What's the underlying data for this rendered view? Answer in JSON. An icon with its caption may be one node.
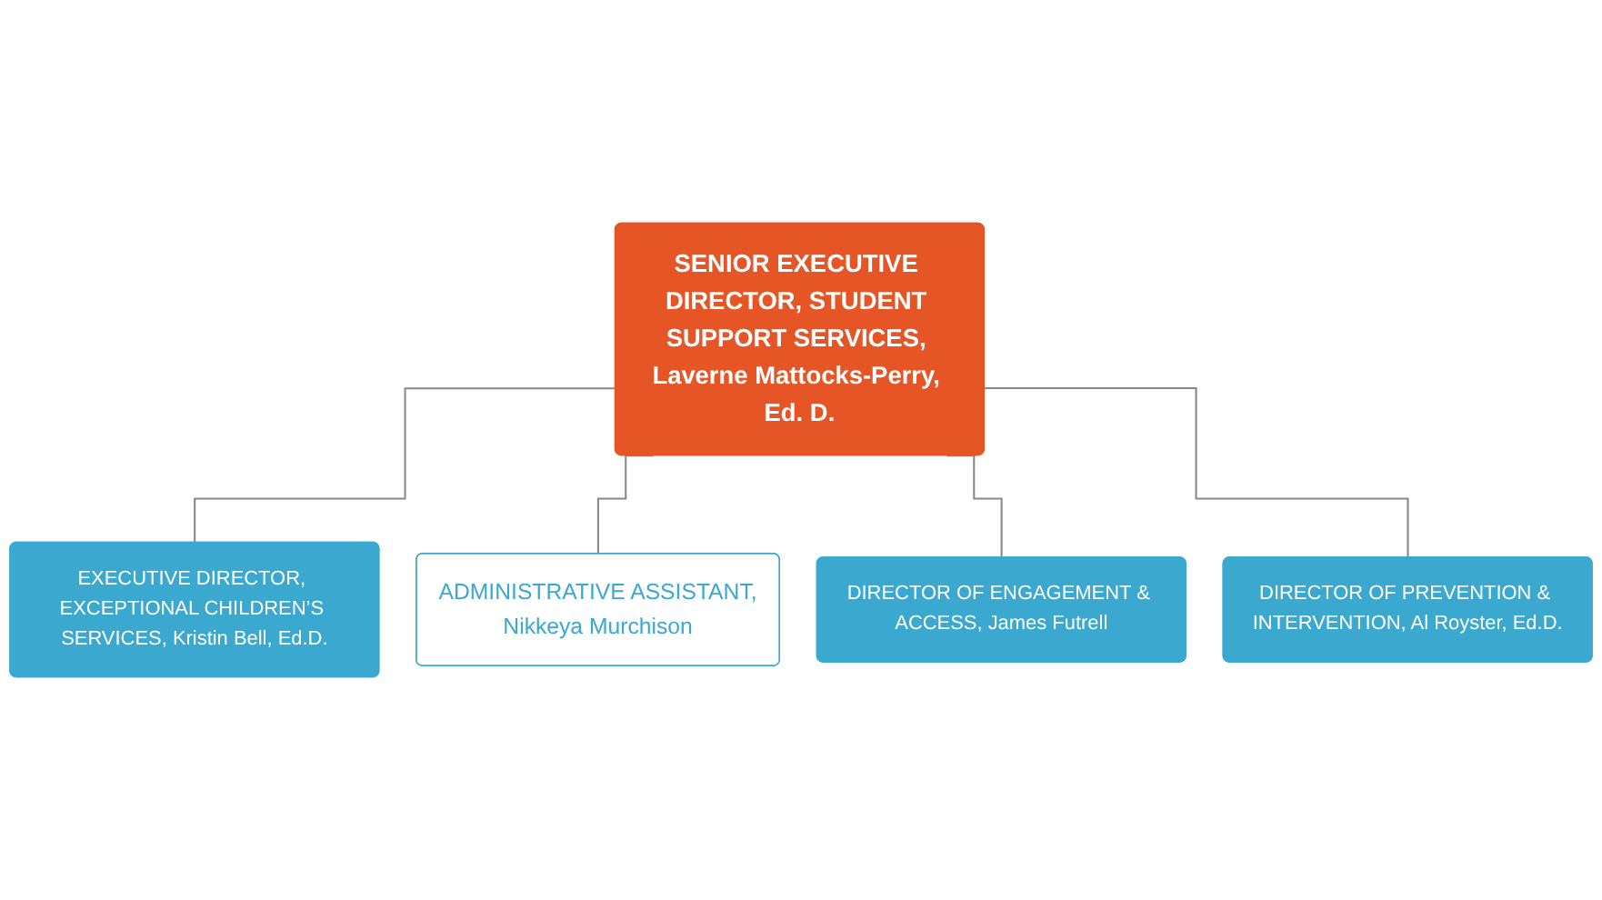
{
  "diagram": {
    "nodes": [
      {
        "text": [
          "SENIOR EXECUTIVE DIRECTOR, STUDENT SUPPORT SERVICES, Laverne Mattocks-Perry, Ed. D."
        ]
      },
      {
        "text": [
          "EXECUTIVE DIRECTOR, EXCEPTIONAL CHILDREN’S SERVICES, Kristin Bell, Ed.D."
        ]
      },
      {
        "text": [
          "ADMINISTRATIVE ASSISTANT,",
          "Nikkeya Murchison"
        ]
      },
      {
        "text": [
          "DIRECTOR OF ENGAGEMENT & ACCESS, James Futrell"
        ]
      },
      {
        "text": [
          "DIRECTOR OF PREVENTION & INTERVENTION, Al Royster, Ed.D."
        ]
      }
    ],
    "edges": [
      {
        "from": 0,
        "to": 1,
        "arrow": "none"
      },
      {
        "from": 0,
        "to": 2,
        "arrow": "none"
      },
      {
        "from": 0,
        "to": 3,
        "arrow": "none"
      },
      {
        "from": 0,
        "to": 4,
        "arrow": "none"
      }
    ]
  }
}
